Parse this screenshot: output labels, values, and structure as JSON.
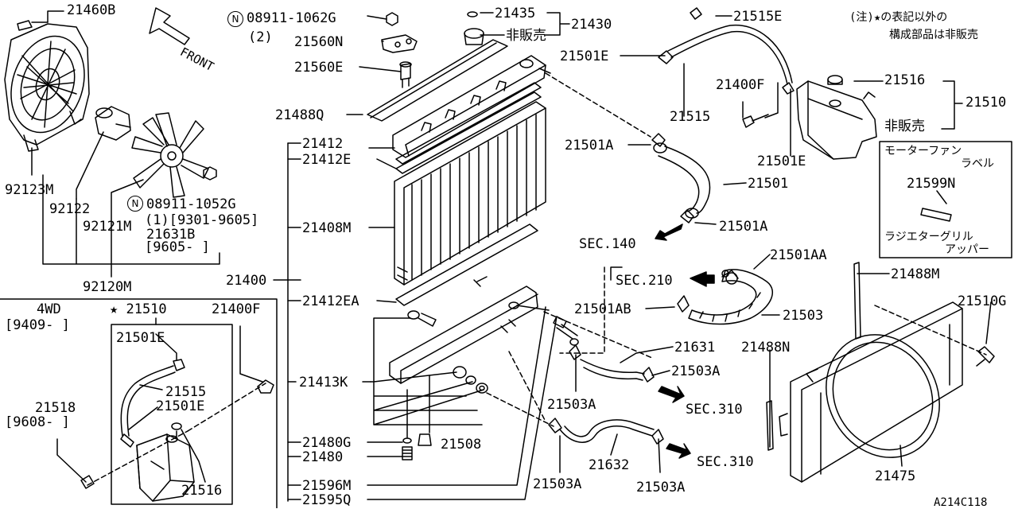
{
  "diagram": {
    "labels": {
      "l21460b": "21460B",
      "front": "FRONT",
      "n_a": "N",
      "l08911_1062g": "08911-1062G",
      "qty2": "(2)",
      "l21560n": "21560N",
      "l21560e": "21560E",
      "l21488q": "21488Q",
      "l21435": "21435",
      "not_sold_1": "非販売",
      "l21430": "21430",
      "l21515e": "21515E",
      "note_1": "(注)★の表記以外の",
      "note_2": "構成部品は非販売",
      "l21501e_top": "21501E",
      "l21400f_top": "21400F",
      "l21516_top": "21516",
      "l21510": "21510",
      "l21515_top": "21515",
      "not_sold_2": "非販売",
      "l21501e_mid": "21501E",
      "l21501a_1": "21501A",
      "l21412": "21412",
      "l21412e": "21412E",
      "l92123m": "92123M",
      "l92122": "92122",
      "n_b": "N",
      "l08911_1052g": "08911-1052G",
      "qty1_range": "(1)[9301-9605]",
      "l92121m": "92121M",
      "l21631b": "21631B",
      "range_9605": "[9605-     ]",
      "l21501": "21501",
      "l21408m": "21408M",
      "l21501a_2": "21501A",
      "sec140": "SEC.140",
      "motor_fan_1": "モーターファン",
      "motor_fan_2": "ラベル",
      "l21599n": "21599N",
      "radiator_grille_1": "ラジエターグリル",
      "radiator_grille_2": "アッパー",
      "l21501aa": "21501AA",
      "l21488m": "21488M",
      "sec210": "SEC.210",
      "l92120m": "92120M",
      "l21400": "21400",
      "l21412ea": "21412EA",
      "l21501ab": "21501AB",
      "l21503": "21503",
      "l21510g": "21510G",
      "fourwd": "4WD",
      "star_21510": "★ 21510",
      "range_9409": "[9409-   ]",
      "l21400f_inset": "21400F",
      "l21501e_inset1": "21501E",
      "l21631": "21631",
      "l21488n": "21488N",
      "l21503a_1": "21503A",
      "l21413k": "21413K",
      "l21515_inset": "21515",
      "l21501e_inset2": "21501E",
      "l21518": "21518",
      "range_9608": "[9608-   ]",
      "l21503a_2": "21503A",
      "sec310_1": "SEC.310",
      "l21480g": "21480G",
      "l21508": "21508",
      "l21480": "21480",
      "sec310_2": "SEC.310",
      "l21632": "21632",
      "l21516_inset": "21516",
      "l21596m": "21596M",
      "l21503a_3": "21503A",
      "l21503a_4": "21503A",
      "l21475": "21475",
      "l21595q": "21595Q",
      "figure_code": "A214C118"
    }
  }
}
